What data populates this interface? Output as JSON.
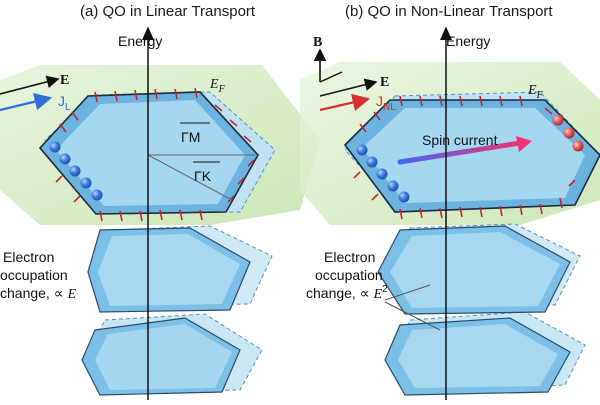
{
  "panels": {
    "left": {
      "title": "(a) QO in Linear Transport",
      "energy_label": "Energy",
      "fermi_label_main": "E",
      "fermi_label_sub": "F",
      "field_label": "E",
      "current_label_main": "J",
      "current_label_sub": "L",
      "gamma_m_label": "ΓM",
      "gamma_k_label": "ΓK",
      "occupation_label": {
        "line1": "Electron",
        "line2": "occupation",
        "line3": "change, ∝ ",
        "var": "E"
      }
    },
    "right": {
      "title": "(b) QO in Non-Linear Transport",
      "energy_label": "Energy",
      "fermi_label_main": "E",
      "fermi_label_sub": "F",
      "b_field_label": "B",
      "field_label": "E",
      "current_label_main": "J",
      "current_label_sub": "NL",
      "spin_current_label": "Spin current",
      "occupation_label": {
        "line1": "Electron",
        "line2": "occupation",
        "line3": "change, ∝ ",
        "var": "E",
        "power": "2"
      }
    }
  },
  "colors": {
    "hex_fill": "#9fd4ee",
    "hex_dark": "#5aa6d6",
    "plane": "#cfe8bf",
    "electron": "#2f6fd1",
    "hole": "#e04848",
    "field_arrow": "#111111",
    "current_left": "#2a6fd8",
    "current_right": "#d83030",
    "spin_grad_start": "#4466ee",
    "spin_grad_end": "#ee3377"
  }
}
